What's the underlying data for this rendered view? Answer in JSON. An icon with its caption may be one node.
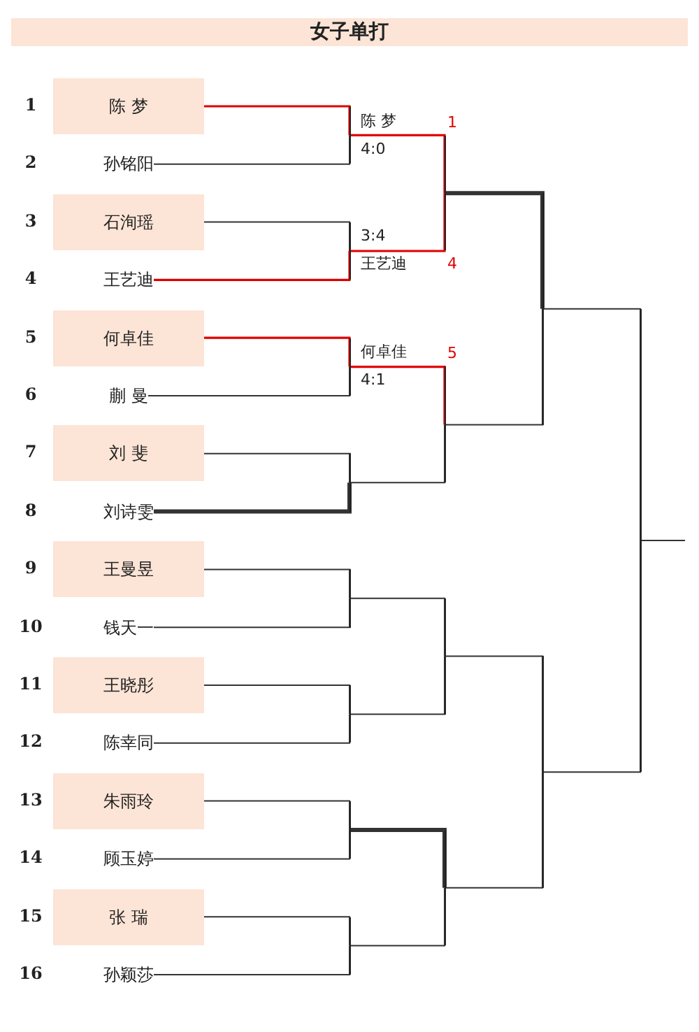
{
  "diagram": {
    "title": "女子单打",
    "nodes": [
      {
        "text": [
          "陈 梦"
        ]
      },
      {
        "text": [
          "孙铭阳"
        ]
      },
      {
        "text": [
          "石洵瑶"
        ]
      },
      {
        "text": [
          "王艺迪"
        ]
      },
      {
        "text": [
          "何卓佳"
        ]
      },
      {
        "text": [
          "蒯 曼"
        ]
      },
      {
        "text": [
          "刘 斐"
        ]
      },
      {
        "text": [
          "刘诗雯"
        ]
      },
      {
        "text": [
          "王曼昱"
        ]
      },
      {
        "text": [
          "钱天一"
        ]
      },
      {
        "text": [
          "王晓彤"
        ]
      },
      {
        "text": [
          "陈幸同"
        ]
      },
      {
        "text": [
          "朱雨玲"
        ]
      },
      {
        "text": [
          "顾玉婷"
        ]
      },
      {
        "text": [
          "张 瑞"
        ]
      },
      {
        "text": [
          "孙颖莎"
        ]
      },
      {
        "text": [
          "陈 梦",
          "4:0"
        ],
        "beside": [
          "1"
        ]
      },
      {
        "text": [
          "3:4",
          "王艺迪"
        ],
        "beside": [
          "4"
        ]
      },
      {
        "text": [
          "何卓佳",
          "4:1"
        ],
        "beside": [
          "5"
        ]
      },
      {
        "text": [],
        "shape": "bar"
      },
      {
        "text": [],
        "shape": "bar"
      },
      {
        "text": [],
        "shape": "bar"
      },
      {
        "text": [],
        "shape": "bar"
      },
      {
        "text": [],
        "shape": "bar"
      },
      {
        "text": [],
        "shape": "bar"
      },
      {
        "text": [],
        "shape": "bar"
      },
      {
        "text": [],
        "shape": "bar"
      },
      {
        "text": [],
        "shape": "bar"
      },
      {
        "text": [],
        "shape": "bar"
      },
      {
        "text": [],
        "shape": "bar"
      },
      {
        "text": [],
        "shape": "bar"
      }
    ],
    "edges": [
      {
        "from": 0,
        "to": 16,
        "arrow": "none",
        "color": "#e00000"
      },
      {
        "from": 1,
        "to": 16,
        "arrow": "none"
      },
      {
        "from": 2,
        "to": 17,
        "arrow": "none"
      },
      {
        "from": 3,
        "to": 17,
        "arrow": "none",
        "color": "#e00000"
      },
      {
        "from": 4,
        "to": 18,
        "arrow": "none",
        "color": "#e00000"
      },
      {
        "from": 5,
        "to": 18,
        "arrow": "none"
      },
      {
        "from": 6,
        "to": 19,
        "arrow": "none"
      },
      {
        "from": 7,
        "to": 19,
        "arrow": "none",
        "style": "thick"
      },
      {
        "from": 8,
        "to": 20,
        "arrow": "none"
      },
      {
        "from": 9,
        "to": 20,
        "arrow": "none"
      },
      {
        "from": 10,
        "to": 21,
        "arrow": "none"
      },
      {
        "from": 11,
        "to": 21,
        "arrow": "none"
      },
      {
        "from": 12,
        "to": 22,
        "arrow": "none"
      },
      {
        "from": 13,
        "to": 22,
        "arrow": "none"
      },
      {
        "from": 14,
        "to": 23,
        "arrow": "none"
      },
      {
        "from": 15,
        "to": 23,
        "arrow": "none"
      },
      {
        "from": 16,
        "to": 24,
        "arrow": "none",
        "color": "#e00000"
      },
      {
        "from": 17,
        "to": 24,
        "arrow": "none",
        "color": "#e00000"
      },
      {
        "from": 18,
        "to": 25,
        "arrow": "none",
        "color": "#e00000"
      },
      {
        "from": 19,
        "to": 25,
        "arrow": "none"
      },
      {
        "from": 20,
        "to": 26,
        "arrow": "none"
      },
      {
        "from": 21,
        "to": 26,
        "arrow": "none"
      },
      {
        "from": 22,
        "to": 27,
        "arrow": "none",
        "style": "thick"
      },
      {
        "from": 23,
        "to": 27,
        "arrow": "none"
      },
      {
        "from": 24,
        "to": 28,
        "arrow": "none",
        "style": "thick"
      },
      {
        "from": 25,
        "to": 28,
        "arrow": "none"
      },
      {
        "from": 26,
        "to": 29,
        "arrow": "none"
      },
      {
        "from": 27,
        "to": 29,
        "arrow": "none"
      },
      {
        "from": 28,
        "to": 30,
        "arrow": "none"
      },
      {
        "from": 29,
        "to": 30,
        "arrow": "none"
      },
      {
        "from": 30,
        "to": null,
        "arrow": "none"
      }
    ],
    "labels": [
      "1",
      "2",
      "3",
      "4",
      "5",
      "6",
      "7",
      "8",
      "9",
      "10",
      "11",
      "12",
      "13",
      "14",
      "15",
      "16"
    ]
  }
}
